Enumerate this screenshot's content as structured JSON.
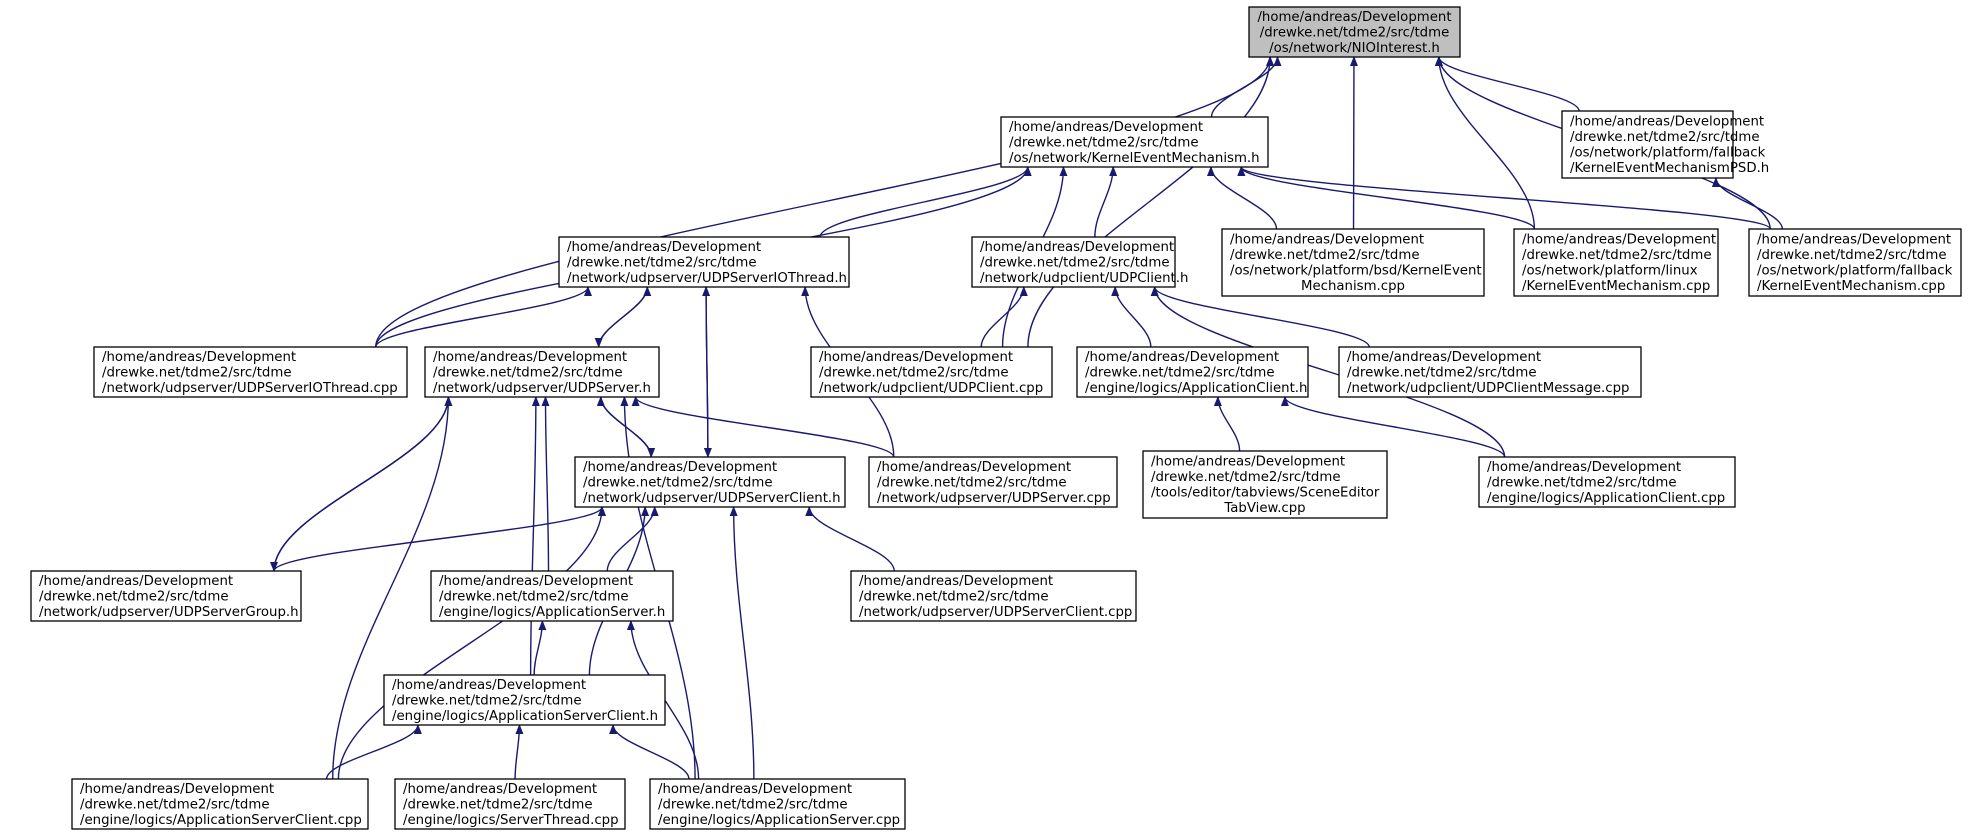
{
  "colors": {
    "edge": "#191970",
    "node_fill": "#ffffff",
    "highlight_fill": "#bfbfbf",
    "border": "#000000"
  },
  "nodes": [
    {
      "id": "nio",
      "highlight": true,
      "lines": [
        "/home/andreas/Development",
        "/drewke.net/tdme2/src/tdme",
        "/os/network/NIOInterest.h"
      ]
    },
    {
      "id": "kem_h",
      "lines": [
        "/home/andreas/Development",
        "/drewke.net/tdme2/src/tdme",
        "/os/network/KernelEventMechanism.h"
      ]
    },
    {
      "id": "kem_psd_h",
      "lines": [
        "/home/andreas/Development",
        "/drewke.net/tdme2/src/tdme",
        "/os/network/platform/fallback",
        "/KernelEventMechanismPSD.h"
      ]
    },
    {
      "id": "udpserver_iothread_h",
      "lines": [
        "/home/andreas/Development",
        "/drewke.net/tdme2/src/tdme",
        "/network/udpserver/UDPServerIOThread.h"
      ]
    },
    {
      "id": "udpclient_h",
      "lines": [
        "/home/andreas/Development",
        "/drewke.net/tdme2/src/tdme",
        "/network/udpclient/UDPClient.h"
      ]
    },
    {
      "id": "bsd_kem_cpp",
      "lines": [
        "/home/andreas/Development",
        "/drewke.net/tdme2/src/tdme",
        "/os/network/platform/bsd/KernelEvent",
        "Mechanism.cpp"
      ]
    },
    {
      "id": "linux_kem_cpp",
      "lines": [
        "/home/andreas/Development",
        "/drewke.net/tdme2/src/tdme",
        "/os/network/platform/linux",
        "/KernelEventMechanism.cpp"
      ]
    },
    {
      "id": "fallback_kem_cpp",
      "lines": [
        "/home/andreas/Development",
        "/drewke.net/tdme2/src/tdme",
        "/os/network/platform/fallback",
        "/KernelEventMechanism.cpp"
      ]
    },
    {
      "id": "udpserver_iothread_cpp",
      "lines": [
        "/home/andreas/Development",
        "/drewke.net/tdme2/src/tdme",
        "/network/udpserver/UDPServerIOThread.cpp"
      ]
    },
    {
      "id": "udpserver_h",
      "lines": [
        "/home/andreas/Development",
        "/drewke.net/tdme2/src/tdme",
        "/network/udpserver/UDPServer.h"
      ]
    },
    {
      "id": "udpclient_cpp",
      "lines": [
        "/home/andreas/Development",
        "/drewke.net/tdme2/src/tdme",
        "/network/udpclient/UDPClient.cpp"
      ]
    },
    {
      "id": "appclient_h",
      "lines": [
        "/home/andreas/Development",
        "/drewke.net/tdme2/src/tdme",
        "/engine/logics/ApplicationClient.h"
      ]
    },
    {
      "id": "udpclientmessage_cpp",
      "lines": [
        "/home/andreas/Development",
        "/drewke.net/tdme2/src/tdme",
        "/network/udpclient/UDPClientMessage.cpp"
      ]
    },
    {
      "id": "udpserverclient_h",
      "lines": [
        "/home/andreas/Development",
        "/drewke.net/tdme2/src/tdme",
        "/network/udpserver/UDPServerClient.h"
      ]
    },
    {
      "id": "udpserver_cpp",
      "lines": [
        "/home/andreas/Development",
        "/drewke.net/tdme2/src/tdme",
        "/network/udpserver/UDPServer.cpp"
      ]
    },
    {
      "id": "sceneeditor_cpp",
      "lines": [
        "/home/andreas/Development",
        "/drewke.net/tdme2/src/tdme",
        "/tools/editor/tabviews/SceneEditor",
        "TabView.cpp"
      ]
    },
    {
      "id": "appclient_cpp",
      "lines": [
        "/home/andreas/Development",
        "/drewke.net/tdme2/src/tdme",
        "/engine/logics/ApplicationClient.cpp"
      ]
    },
    {
      "id": "udpservergroup_h",
      "lines": [
        "/home/andreas/Development",
        "/drewke.net/tdme2/src/tdme",
        "/network/udpserver/UDPServerGroup.h"
      ]
    },
    {
      "id": "appserver_h",
      "lines": [
        "/home/andreas/Development",
        "/drewke.net/tdme2/src/tdme",
        "/engine/logics/ApplicationServer.h"
      ]
    },
    {
      "id": "udpserverclient_cpp",
      "lines": [
        "/home/andreas/Development",
        "/drewke.net/tdme2/src/tdme",
        "/network/udpserver/UDPServerClient.cpp"
      ]
    },
    {
      "id": "appserverclient_h",
      "lines": [
        "/home/andreas/Development",
        "/drewke.net/tdme2/src/tdme",
        "/engine/logics/ApplicationServerClient.h"
      ]
    },
    {
      "id": "appserverclient_cpp",
      "lines": [
        "/home/andreas/Development",
        "/drewke.net/tdme2/src/tdme",
        "/engine/logics/ApplicationServerClient.cpp"
      ]
    },
    {
      "id": "serverthread_cpp",
      "lines": [
        "/home/andreas/Development",
        "/drewke.net/tdme2/src/tdme",
        "/engine/logics/ServerThread.cpp"
      ]
    },
    {
      "id": "appserver_cpp",
      "lines": [
        "/home/andreas/Development",
        "/drewke.net/tdme2/src/tdme",
        "/engine/logics/ApplicationServer.cpp"
      ]
    }
  ],
  "edges": [
    {
      "from": "kem_h",
      "to": "nio"
    },
    {
      "from": "kem_psd_h",
      "to": "nio"
    },
    {
      "from": "bsd_kem_cpp",
      "to": "nio"
    },
    {
      "from": "linux_kem_cpp",
      "to": "nio"
    },
    {
      "from": "fallback_kem_cpp",
      "to": "nio"
    },
    {
      "from": "udpserver_iothread_cpp",
      "to": "nio"
    },
    {
      "from": "udpclient_cpp",
      "to": "nio"
    },
    {
      "from": "udpserver_iothread_h",
      "to": "kem_h"
    },
    {
      "from": "udpclient_h",
      "to": "kem_h"
    },
    {
      "from": "bsd_kem_cpp",
      "to": "kem_h"
    },
    {
      "from": "linux_kem_cpp",
      "to": "kem_h"
    },
    {
      "from": "fallback_kem_cpp",
      "to": "kem_h"
    },
    {
      "from": "udpserver_iothread_cpp",
      "to": "kem_h"
    },
    {
      "from": "udpclient_cpp",
      "to": "kem_h"
    },
    {
      "from": "fallback_kem_cpp",
      "to": "kem_psd_h"
    },
    {
      "from": "udpserver_iothread_cpp",
      "to": "udpserver_iothread_h"
    },
    {
      "from": "udpserver_h",
      "to": "udpserver_iothread_h"
    },
    {
      "from": "udpserverclient_h",
      "to": "udpserver_iothread_h"
    },
    {
      "from": "udpserver_cpp",
      "to": "udpserver_iothread_h"
    },
    {
      "from": "udpclient_cpp",
      "to": "udpclient_h"
    },
    {
      "from": "appclient_h",
      "to": "udpclient_h"
    },
    {
      "from": "udpclientmessage_cpp",
      "to": "udpclient_h"
    },
    {
      "from": "appclient_cpp",
      "to": "udpclient_h"
    },
    {
      "from": "udpserver_iothread_h",
      "to": "udpserver_h"
    },
    {
      "from": "udpserverclient_h",
      "to": "udpserver_h"
    },
    {
      "from": "udpserver_cpp",
      "to": "udpserver_h"
    },
    {
      "from": "udpservergroup_h",
      "to": "udpserver_h"
    },
    {
      "from": "appserver_h",
      "to": "udpserver_h"
    },
    {
      "from": "appserverclient_h",
      "to": "udpserver_h"
    },
    {
      "from": "appserverclient_cpp",
      "to": "udpserver_h"
    },
    {
      "from": "appserver_cpp",
      "to": "udpserver_h"
    },
    {
      "from": "sceneeditor_cpp",
      "to": "appclient_h"
    },
    {
      "from": "appclient_cpp",
      "to": "appclient_h"
    },
    {
      "from": "udpserver_iothread_h",
      "to": "udpserverclient_h"
    },
    {
      "from": "udpserver_h",
      "to": "udpserverclient_h"
    },
    {
      "from": "udpservergroup_h",
      "to": "udpserverclient_h"
    },
    {
      "from": "appserver_h",
      "to": "udpserverclient_h"
    },
    {
      "from": "udpserverclient_cpp",
      "to": "udpserverclient_h"
    },
    {
      "from": "appserverclient_h",
      "to": "udpserverclient_h"
    },
    {
      "from": "appserverclient_cpp",
      "to": "udpserverclient_h"
    },
    {
      "from": "appserver_cpp",
      "to": "udpserverclient_h"
    },
    {
      "from": "udpserver_h",
      "to": "udpservergroup_h"
    },
    {
      "from": "appserverclient_h",
      "to": "appserver_h"
    },
    {
      "from": "appserver_cpp",
      "to": "appserver_h"
    },
    {
      "from": "appserverclient_cpp",
      "to": "appserverclient_h"
    },
    {
      "from": "serverthread_cpp",
      "to": "appserverclient_h"
    },
    {
      "from": "appserver_cpp",
      "to": "appserverclient_h"
    }
  ]
}
